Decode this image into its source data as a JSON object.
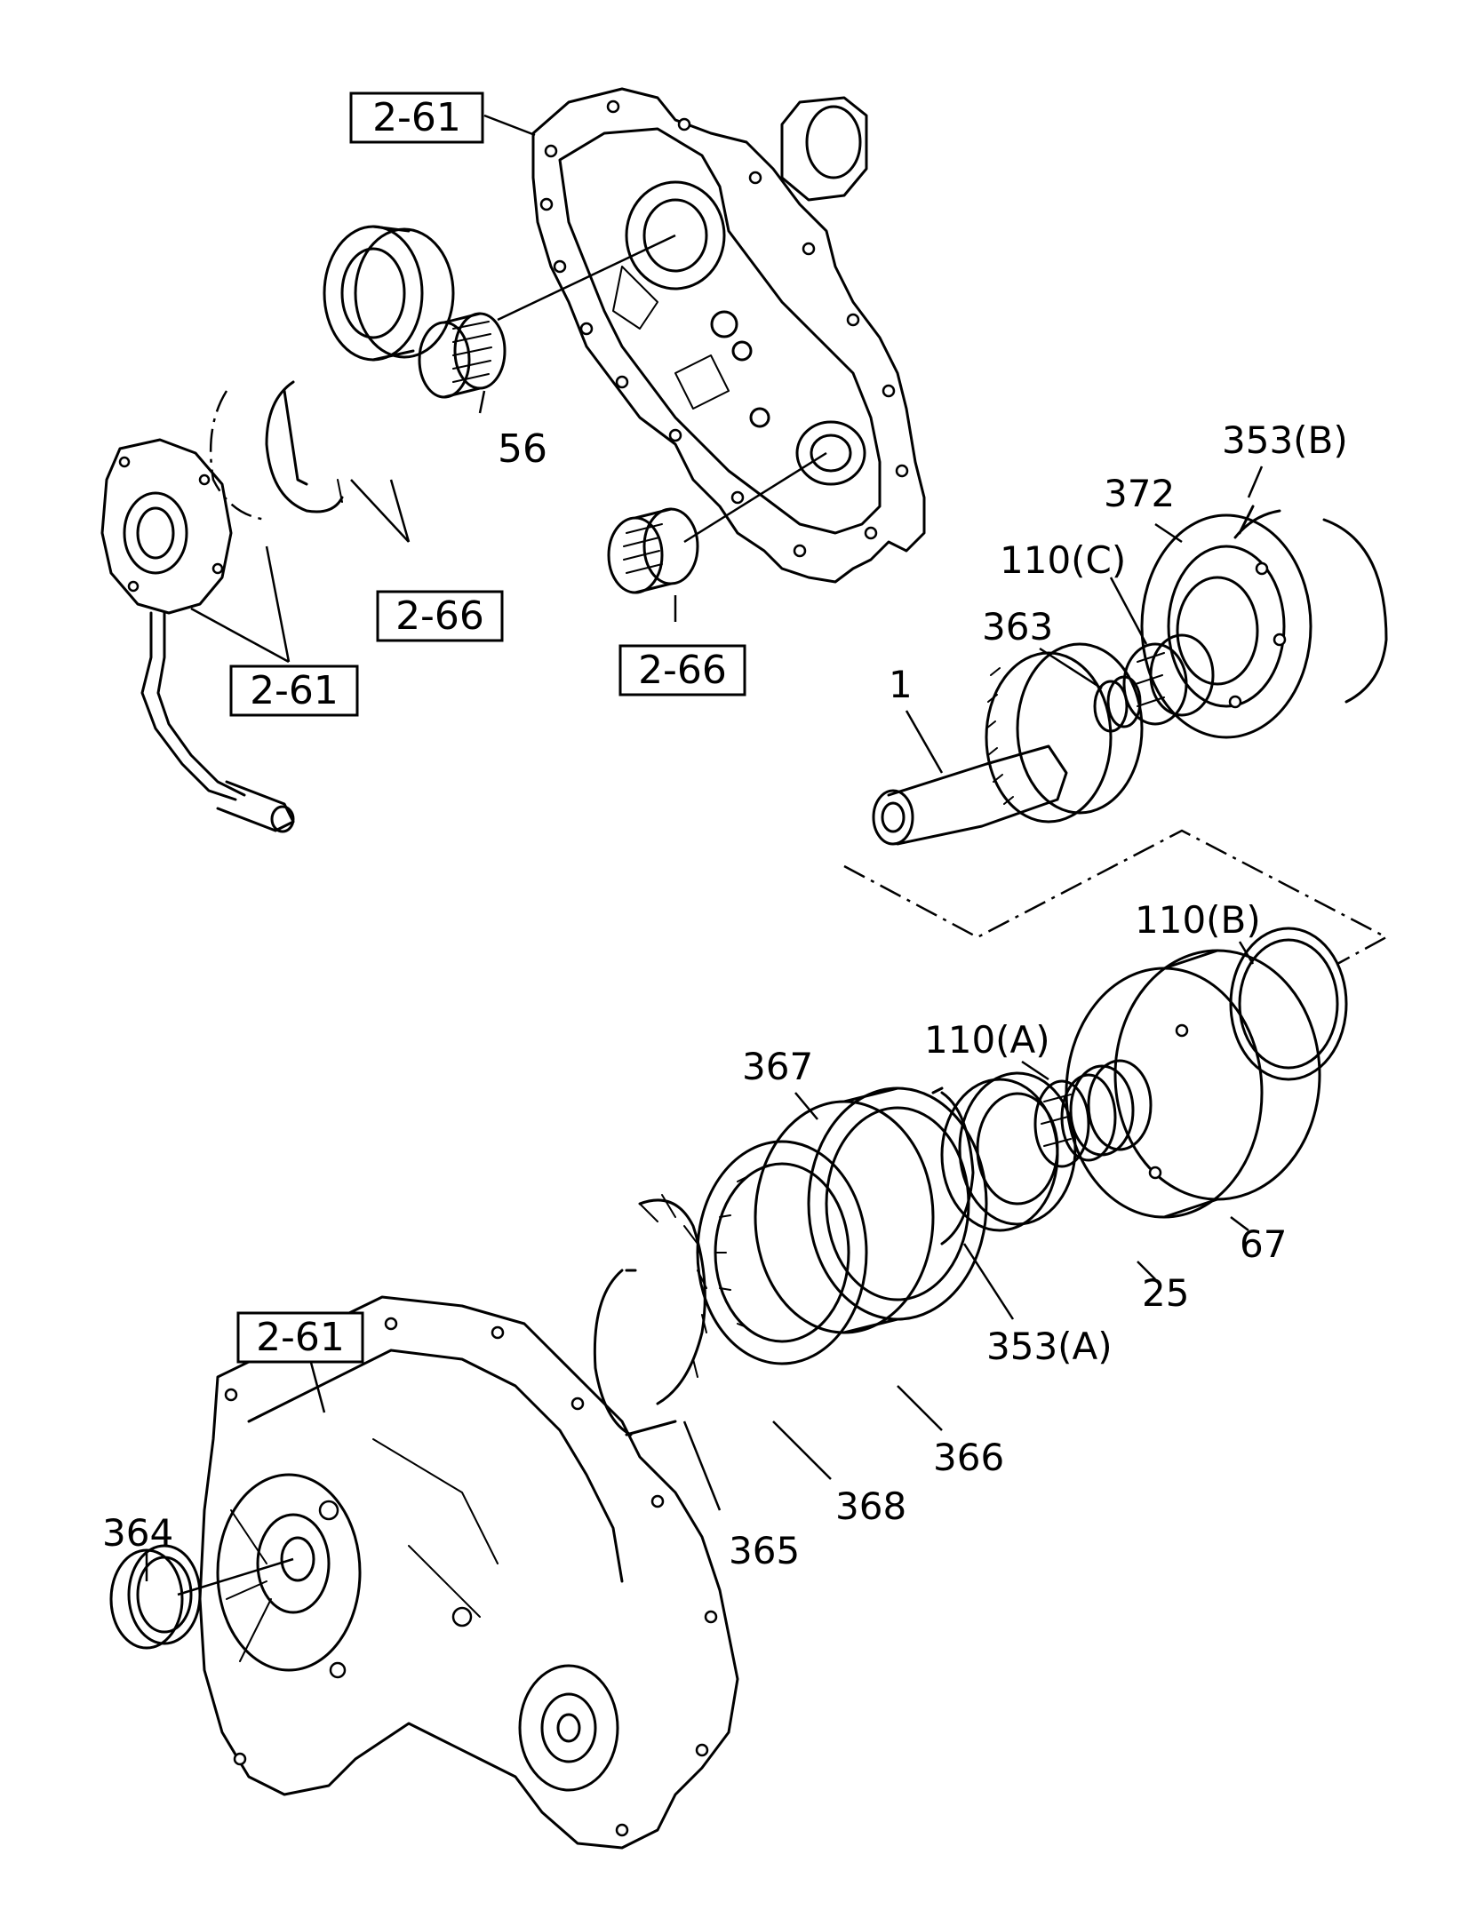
{
  "labels": {
    "ref_top": "2-61",
    "ref_left": "2-61",
    "ref_bottom": "2-61",
    "ref_bearing_a": "2-66",
    "ref_bearing_b": "2-66",
    "p56": "56",
    "p353b": "353(B)",
    "p372": "372",
    "p110c": "110(C)",
    "p363": "363",
    "p1": "1",
    "p110b": "110(B)",
    "p110a": "110(A)",
    "p367": "367",
    "p67": "67",
    "p25": "25",
    "p353a": "353(A)",
    "p366": "366",
    "p368": "368",
    "p365": "365",
    "p364": "364"
  }
}
